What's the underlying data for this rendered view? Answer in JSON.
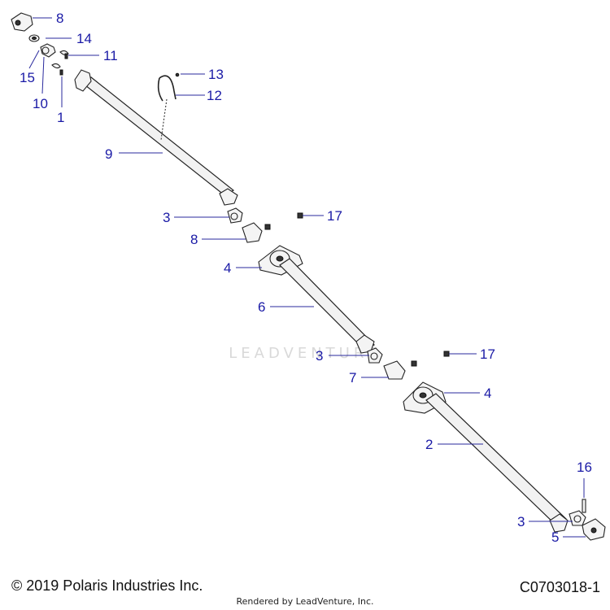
{
  "watermark": "LEADVENTURE",
  "footer": {
    "copyright": "© 2019 Polaris Industries Inc.",
    "diagram_id": "C0703018-1",
    "rendered_by": "Rendered by LeadVenture, Inc."
  },
  "callouts": {
    "c8a": "8",
    "c14": "14",
    "c11": "11",
    "c15": "15",
    "c10": "10",
    "c1": "1",
    "c13": "13",
    "c12": "12",
    "c9": "9",
    "c3a": "3",
    "c17a": "17",
    "c8b": "8",
    "c4a": "4",
    "c6": "6",
    "c3b": "3",
    "c17b": "17",
    "c7": "7",
    "c4b": "4",
    "c2": "2",
    "c16": "16",
    "c3c": "3",
    "c5": "5"
  },
  "colors": {
    "callout": "#1a1aa6",
    "line": "#222222",
    "watermark": "#d9d9d9"
  }
}
